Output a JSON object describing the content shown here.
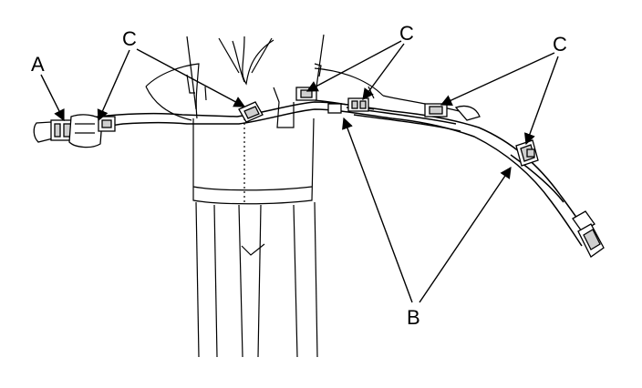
{
  "diagram": {
    "labels": {
      "a": "A",
      "b": "B",
      "c": "C"
    },
    "colors": {
      "line": "#000000",
      "fill": "#ffffff",
      "shade": "#cfcfcf"
    }
  }
}
